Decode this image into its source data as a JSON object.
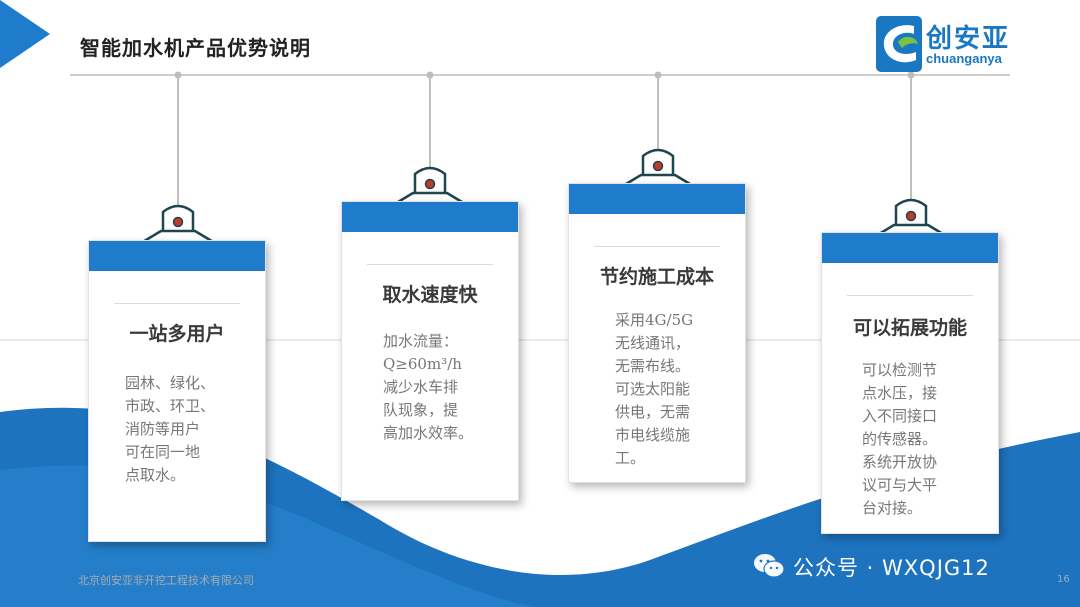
{
  "header": {
    "title": "智能加水机产品优势说明"
  },
  "logo": {
    "cn": "创安亚",
    "en": "chuanganya"
  },
  "cards": [
    {
      "heading": "一站多用户",
      "body": "园林、绿化、\n市政、环卫、\n消防等用户\n可在同一地\n点取水。"
    },
    {
      "heading": "取水速度快",
      "body": "加水流量：\nQ≥60m³/h\n减少水车排\n队现象，提\n高加水效率。"
    },
    {
      "heading": "节约施工成本",
      "body": "采用4G/5G\n无线通讯，\n无需布线。\n可选太阳能\n供电，无需\n市电线缆施\n工。"
    },
    {
      "heading": "可以拓展功能",
      "body": "可以检测节\n点水压，接\n入不同接口\n的传感器。\n系统开放协\n议可与大平\n台对接。"
    }
  ],
  "footer": {
    "company": "北京创安亚非开挖工程技术有限公司",
    "page": "16"
  },
  "watermark": {
    "text": "公众号 · WXQJG12",
    "icon": "wechat-icon"
  },
  "colors": {
    "primary": "#1f7ccc",
    "wave": "#1d73be",
    "tag_outline": "#1e4650",
    "hole": "#c0392b"
  }
}
